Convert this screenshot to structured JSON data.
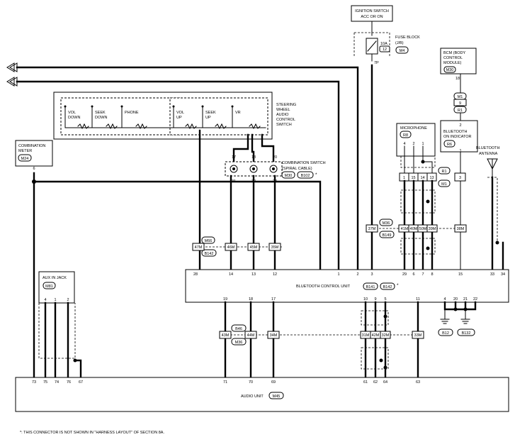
{
  "ignition": {
    "line1": "IGNITION SWITCH",
    "line2": "ACC OR ON"
  },
  "fuse_block": {
    "line1": "FUSE BLOCK",
    "line2": "(J/B)",
    "connector": "M4",
    "fuse": "10A",
    "fuse_no": "12",
    "pin": "7P"
  },
  "bcm": {
    "line1": "BCM (BODY",
    "line2": "CONTROL",
    "line3": "MODULE)",
    "connector": "M30",
    "pin": "18"
  },
  "connectors_right": {
    "m1": "M1",
    "pin9": "9",
    "r1": "R1"
  },
  "bt_indicator": {
    "pin": "2",
    "line1": "BLUETOOTH",
    "line2": "ON INDICATOR",
    "connector": "R6",
    "pin_out": "1"
  },
  "steering_switch": {
    "line1": "STEERING",
    "line2": "WHEEL",
    "line3": "AUDIO",
    "line4": "CONTROL",
    "line5": "SWITCH",
    "sw_vol_down": [
      "VOL",
      "DOWN"
    ],
    "sw_seek_down": [
      "SEEK",
      "DOWN"
    ],
    "sw_phone": [
      "PHONE"
    ],
    "sw_vol_up": [
      "VOL",
      "UP"
    ],
    "sw_seek_up": [
      "SEEK",
      "UP"
    ],
    "sw_vr": [
      "VR"
    ]
  },
  "spiral": {
    "line1": "COMBINATION SWITCH",
    "line2": "(SPIRAL CABLE)",
    "conn1": "M30",
    "conn2": "B102",
    "star": "*",
    "top_pins": [
      "17",
      "18",
      "20"
    ],
    "bottom_pins": [
      "31",
      "32",
      "24"
    ]
  },
  "combination_meter": {
    "line1": "COMBINATION",
    "line2": "METER",
    "connector": "M24",
    "pin": "6"
  },
  "microphone": {
    "label": "MICROPHONE",
    "connector": "R8",
    "pins": [
      "4",
      "2",
      "1"
    ]
  },
  "r1_block": {
    "pins": [
      "1",
      "15",
      "14",
      "13",
      "3"
    ],
    "conn1": "R1",
    "conn2": "M1"
  },
  "bt_antenna": {
    "line1": "BLUETOOTH",
    "line2": "ANTENNA"
  },
  "mid_connectors_left": {
    "top": "M66",
    "bottom": "B142",
    "cells": [
      "47M",
      "46M",
      "45M",
      "35M"
    ]
  },
  "mid_connectors_right": {
    "top": "M36",
    "bottom": "B149",
    "cells": [
      "37M",
      "41M",
      "40M",
      "50M",
      "39M",
      "38M"
    ]
  },
  "btcu": {
    "label": "BLUETOOTH CONTROL UNIT",
    "conn1": "B141",
    "conn2": "B142",
    "star": "*",
    "top_pins": [
      "28",
      "14",
      "13",
      "12",
      "1",
      "2",
      "3",
      "29",
      "6",
      "7",
      "8",
      "15",
      "33",
      "34"
    ],
    "bottom_pins": [
      "19",
      "18",
      "17",
      "10",
      "9",
      "5",
      "11",
      "4",
      "20",
      "21",
      "22"
    ]
  },
  "aux": {
    "label": "AUX IN JACK",
    "connector": "M81",
    "pins": [
      "4",
      "1",
      "2"
    ]
  },
  "lower_connectors": {
    "top": "B46",
    "bottom": "M36",
    "cells": [
      "43M",
      "44M",
      "34M",
      "31M",
      "42M",
      "32M",
      "33M"
    ]
  },
  "grounds": {
    "g1": "B12",
    "g2": "B132"
  },
  "audio_unit": {
    "label": "AUDIO UNIT",
    "connector": "M45",
    "pins": [
      "73",
      "75",
      "74",
      "76",
      "67",
      "71",
      "70",
      "69",
      "61",
      "62",
      "64",
      "63"
    ]
  },
  "footnote": "*: THIS CONNECTOR IS NOT SHOWN IN \"HARNESS LAYOUT\" OF SECTION 8A."
}
